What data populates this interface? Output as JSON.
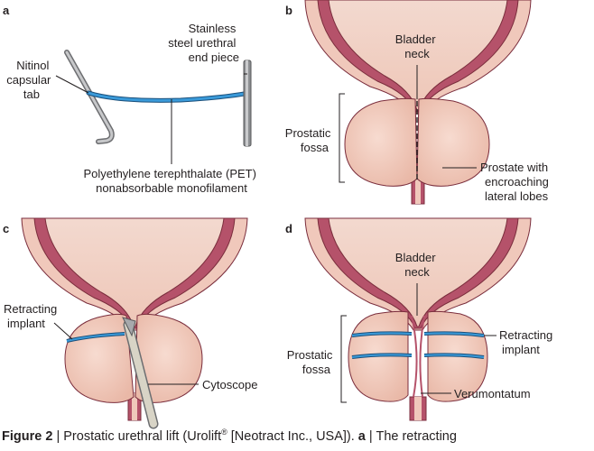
{
  "panels": {
    "a": {
      "letter": "a",
      "labels": {
        "nitinol": [
          "Nitinol",
          "capsular",
          "tab"
        ],
        "stainless": [
          "Stainless",
          "steel urethral",
          "end piece"
        ],
        "pet": [
          "Polyethylene terephthalate (PET)",
          "nonabsorbable monofilament"
        ]
      }
    },
    "b": {
      "letter": "b",
      "labels": {
        "bladder_neck": [
          "Bladder",
          "neck"
        ],
        "prostatic_fossa": [
          "Prostatic",
          "fossa"
        ],
        "prostate": [
          "Prostate with",
          "encroaching",
          "lateral lobes"
        ]
      }
    },
    "c": {
      "letter": "c",
      "labels": {
        "retracting_implant": [
          "Retracting",
          "implant"
        ],
        "cytoscope": [
          "Cytoscope"
        ]
      }
    },
    "d": {
      "letter": "d",
      "labels": {
        "bladder_neck": [
          "Bladder",
          "neck"
        ],
        "prostatic_fossa": [
          "Prostatic",
          "fossa"
        ],
        "retracting_implant": [
          "Retracting",
          "implant"
        ],
        "verumontatum": [
          "Verumontatum"
        ]
      }
    }
  },
  "caption": {
    "figure": "Figure 2",
    "separator": "|",
    "text": "Prostatic urethral lift (Urolift",
    "registered": "®",
    "text_after": " [Neotract Inc., USA]).",
    "panel_ref": "a",
    "separator2": "|",
    "text_end": "The retracting"
  },
  "colors": {
    "bladder_fill": "#f2d5c9",
    "bladder_wall": "#b5526a",
    "wall_outline": "#7a2d3c",
    "prostate_fill": "#f2cdbf",
    "implant_blue": "#2e86c1",
    "implant_dark": "#1a4f7a",
    "steel_gray": "#a7a9ac",
    "line": "#231f20"
  }
}
